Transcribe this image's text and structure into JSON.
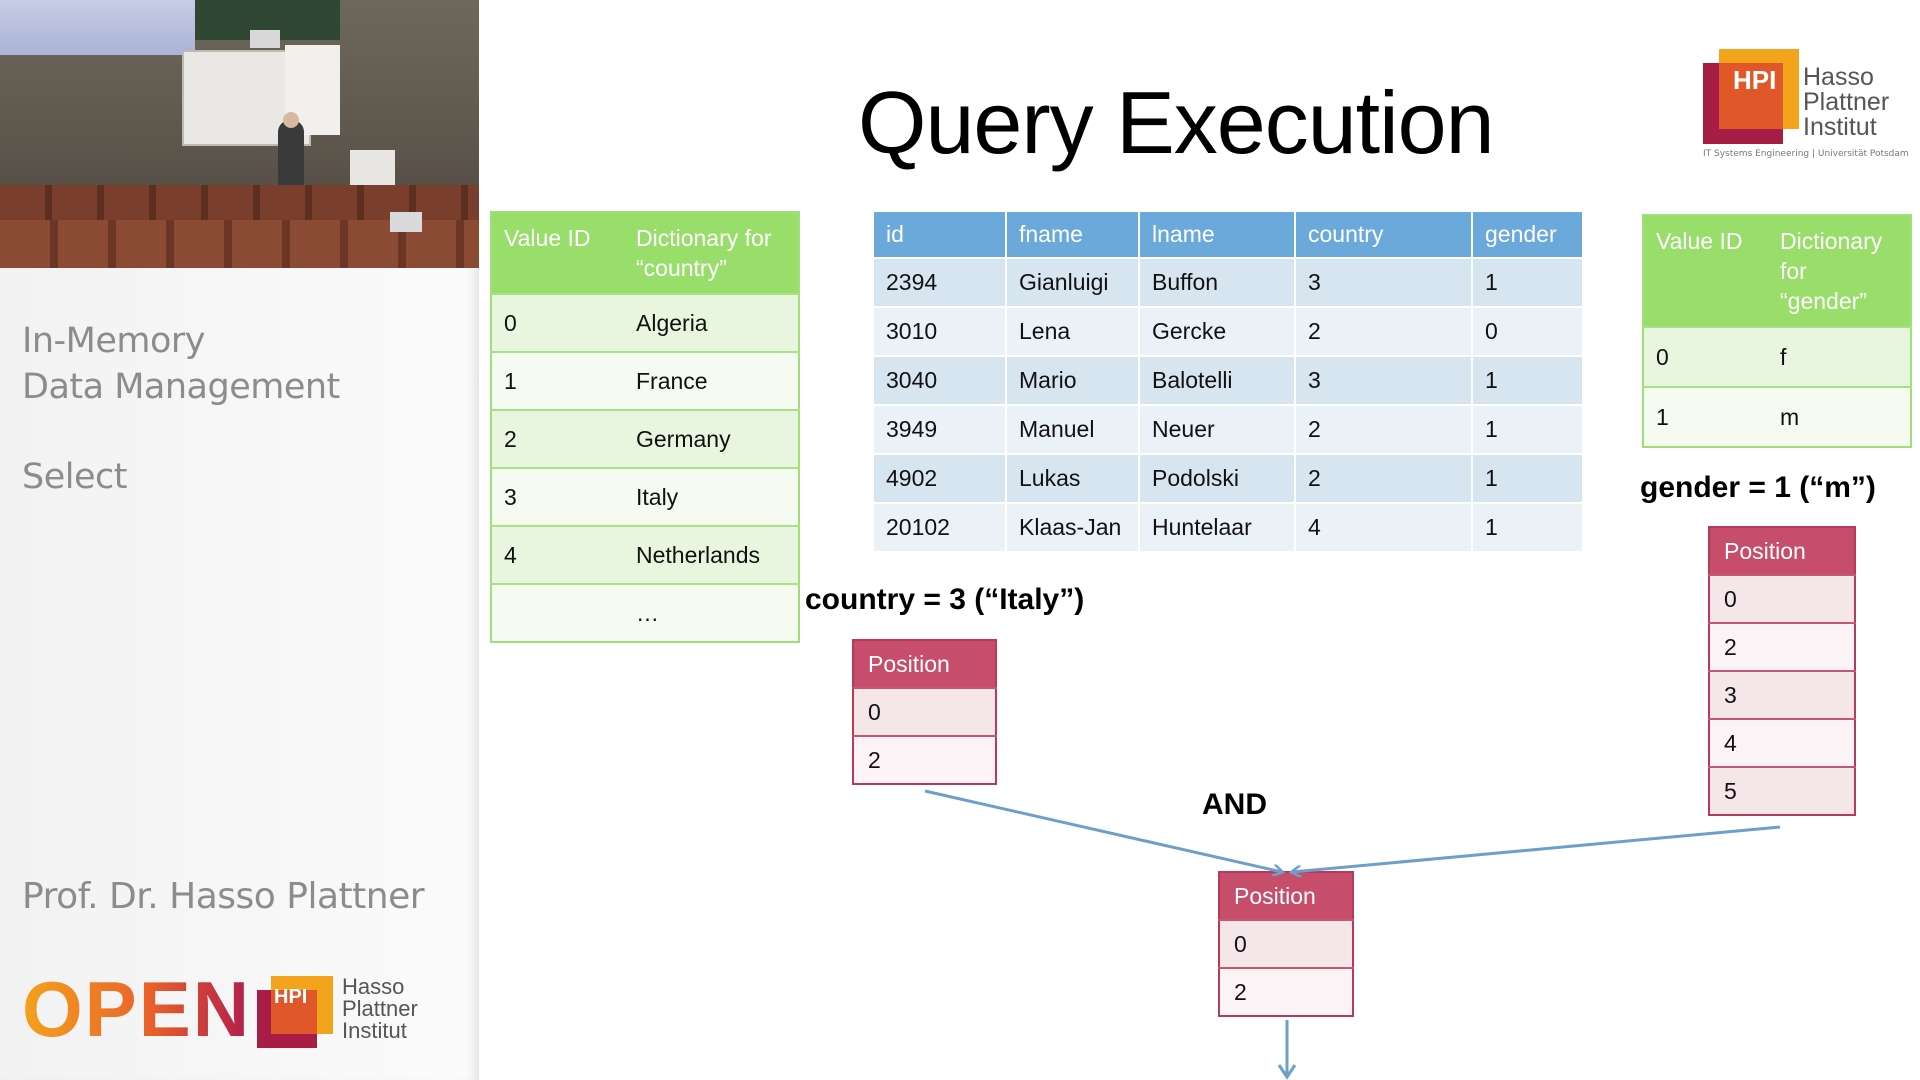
{
  "sidebar": {
    "course_title_line1": "In-Memory",
    "course_title_line2": "Data Management",
    "topic": "Select",
    "lecturer": "Prof. Dr. Hasso Plattner",
    "open_logo": {
      "word": "OPEN",
      "badge": "HPI",
      "lines": [
        "Hasso",
        "Plattner",
        "Institut"
      ]
    }
  },
  "slide": {
    "title": "Query Execution",
    "logo": {
      "badge": "HPI",
      "lines": [
        "Hasso",
        "Plattner",
        "Institut"
      ],
      "subtitle": "IT Systems Engineering | Universität Potsdam"
    },
    "country_dictionary": {
      "headers": [
        "Value ID",
        "Dictionary for “country”"
      ],
      "rows": [
        [
          "0",
          "Algeria"
        ],
        [
          "1",
          "France"
        ],
        [
          "2",
          "Germany"
        ],
        [
          "3",
          "Italy"
        ],
        [
          "4",
          "Netherlands"
        ],
        [
          "",
          "…"
        ]
      ]
    },
    "main_table": {
      "headers": [
        "id",
        "fname",
        "lname",
        "country",
        "gender"
      ],
      "rows": [
        [
          "2394",
          "Gianluigi",
          "Buffon",
          "3",
          "1"
        ],
        [
          "3010",
          "Lena",
          "Gercke",
          "2",
          "0"
        ],
        [
          "3040",
          "Mario",
          "Balotelli",
          "3",
          "1"
        ],
        [
          "3949",
          "Manuel",
          "Neuer",
          "2",
          "1"
        ],
        [
          "4902",
          "Lukas",
          "Podolski",
          "2",
          "1"
        ],
        [
          "20102",
          "Klaas-Jan",
          "Huntelaar",
          "4",
          "1"
        ]
      ]
    },
    "gender_dictionary": {
      "headers": [
        "Value ID",
        "Dictionary for “gender”"
      ],
      "rows": [
        [
          "0",
          "f"
        ],
        [
          "1",
          "m"
        ]
      ]
    },
    "country_predicate": "country =  3 (“Italy”)",
    "gender_predicate": "gender = 1 (“m”)",
    "and_label": "AND",
    "country_positions": {
      "header": "Position",
      "values": [
        "0",
        "2"
      ]
    },
    "gender_positions": {
      "header": "Position",
      "values": [
        "0",
        "2",
        "3",
        "4",
        "5"
      ]
    },
    "result_positions": {
      "header": "Position",
      "values": [
        "0",
        "2"
      ]
    }
  },
  "colors": {
    "dict_header": "#99dd6a",
    "table_header": "#6aa9d9",
    "position_header": "#c64e6b",
    "arrow": "#6e9fc9"
  }
}
